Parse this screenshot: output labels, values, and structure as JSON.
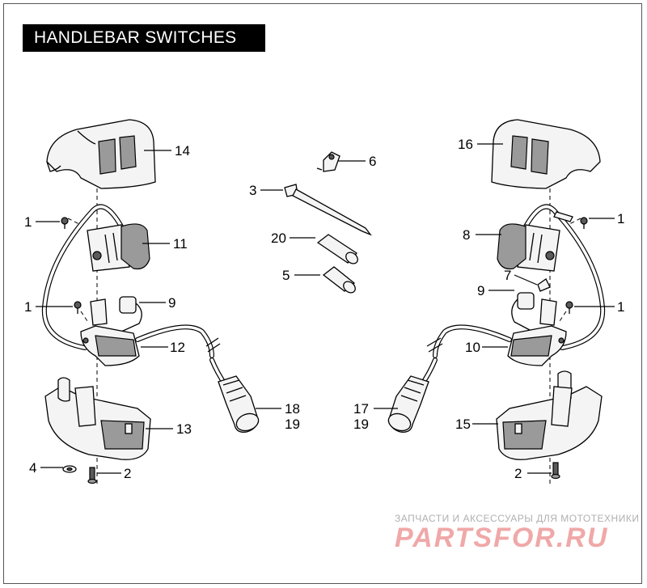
{
  "title": "HANDLEBAR SWITCHES",
  "callouts": {
    "c14": "14",
    "c1a": "1",
    "c11": "11",
    "c1b": "1",
    "c9a": "9",
    "c12": "12",
    "c13": "13",
    "c4": "4",
    "c2a": "2",
    "c6": "6",
    "c3": "3",
    "c20": "20",
    "c5": "5",
    "c18": "18",
    "c19a": "19",
    "c17": "17",
    "c19b": "19",
    "c16": "16",
    "c1c": "1",
    "c8": "8",
    "c7": "7",
    "c9b": "9",
    "c1d": "1",
    "c10": "10",
    "c15": "15",
    "c2b": "2"
  },
  "watermark": {
    "tagline": "ЗАПЧАСТИ И АКСЕССУАРЫ ДЛЯ МОТОТЕХНИКИ",
    "logo": "PARTSFOR.RU"
  },
  "colors": {
    "ink": "#000000",
    "background": "#ffffff",
    "watermark": "#f0a8a8"
  }
}
